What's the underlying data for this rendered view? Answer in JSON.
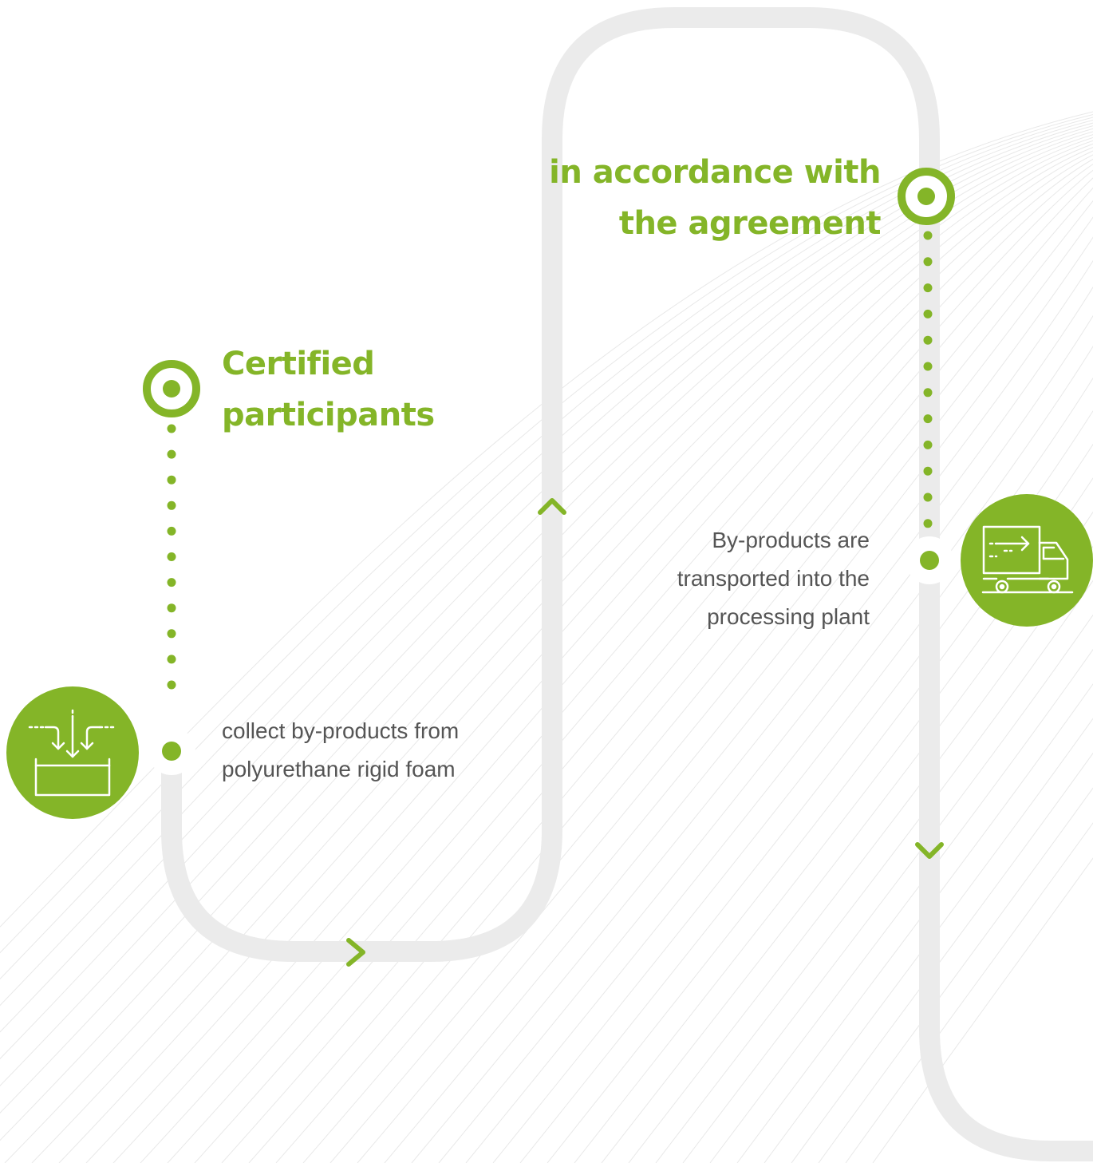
{
  "colors": {
    "accent": "#84b528",
    "track": "#ebebeb",
    "text": "#555555",
    "background": "#ffffff"
  },
  "steps": [
    {
      "heading_lines": [
        "Certified",
        "participants"
      ],
      "description_lines": [
        "collect by-products from",
        "polyurethane rigid foam"
      ],
      "icon": "collect-tray-icon"
    },
    {
      "heading_lines": [
        "in accordance with",
        "the agreement"
      ],
      "description_lines": [
        "By-products are",
        "transported into the",
        "processing plant"
      ],
      "icon": "delivery-truck-icon"
    }
  ],
  "flow_arrows": [
    "chevron-right-icon",
    "chevron-up-icon",
    "chevron-down-icon"
  ]
}
